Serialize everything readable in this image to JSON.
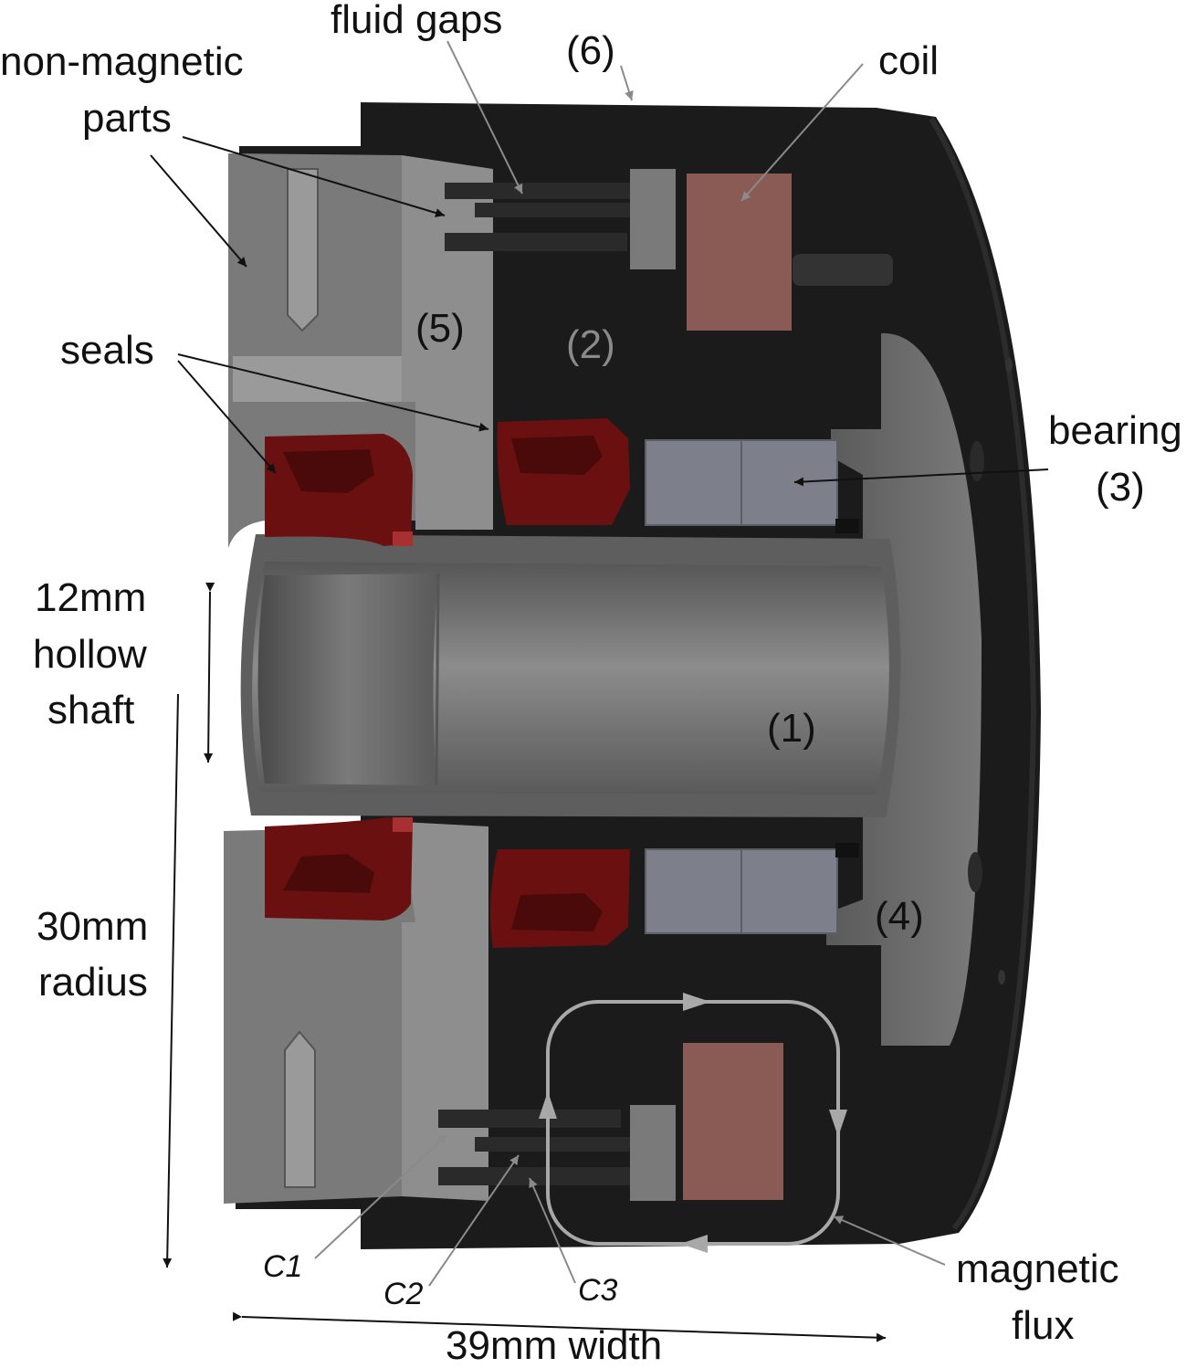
{
  "labels": {
    "fluid_gaps": "fluid gaps",
    "non_magnetic_line1": "non-magnetic",
    "non_magnetic_line2": "parts",
    "part6": "(6)",
    "coil": "coil",
    "part5": "(5)",
    "part2": "(2)",
    "seals": "seals",
    "bearing_line1": "bearing",
    "bearing_line2": "(3)",
    "hollow_line1": "12mm",
    "hollow_line2": "hollow",
    "hollow_line3": "shaft",
    "part1": "(1)",
    "radius_line1": "30mm",
    "radius_line2": "radius",
    "part4": "(4)",
    "c1": "C1",
    "c2": "C2",
    "c3": "C3",
    "magnetic_line1": "magnetic",
    "magnetic_line2": "flux",
    "width": "39mm width"
  },
  "colors": {
    "housing_black": "#1b1b1b",
    "non_magnetic_grey": "#7a7a7a",
    "shaft_grey": "#6e6e6e",
    "seal_red": "#6b1010",
    "coil_pink": "#8a5a55",
    "bearing_blue_grey": "#7d808b",
    "flux_line": "#a8a8a8"
  }
}
